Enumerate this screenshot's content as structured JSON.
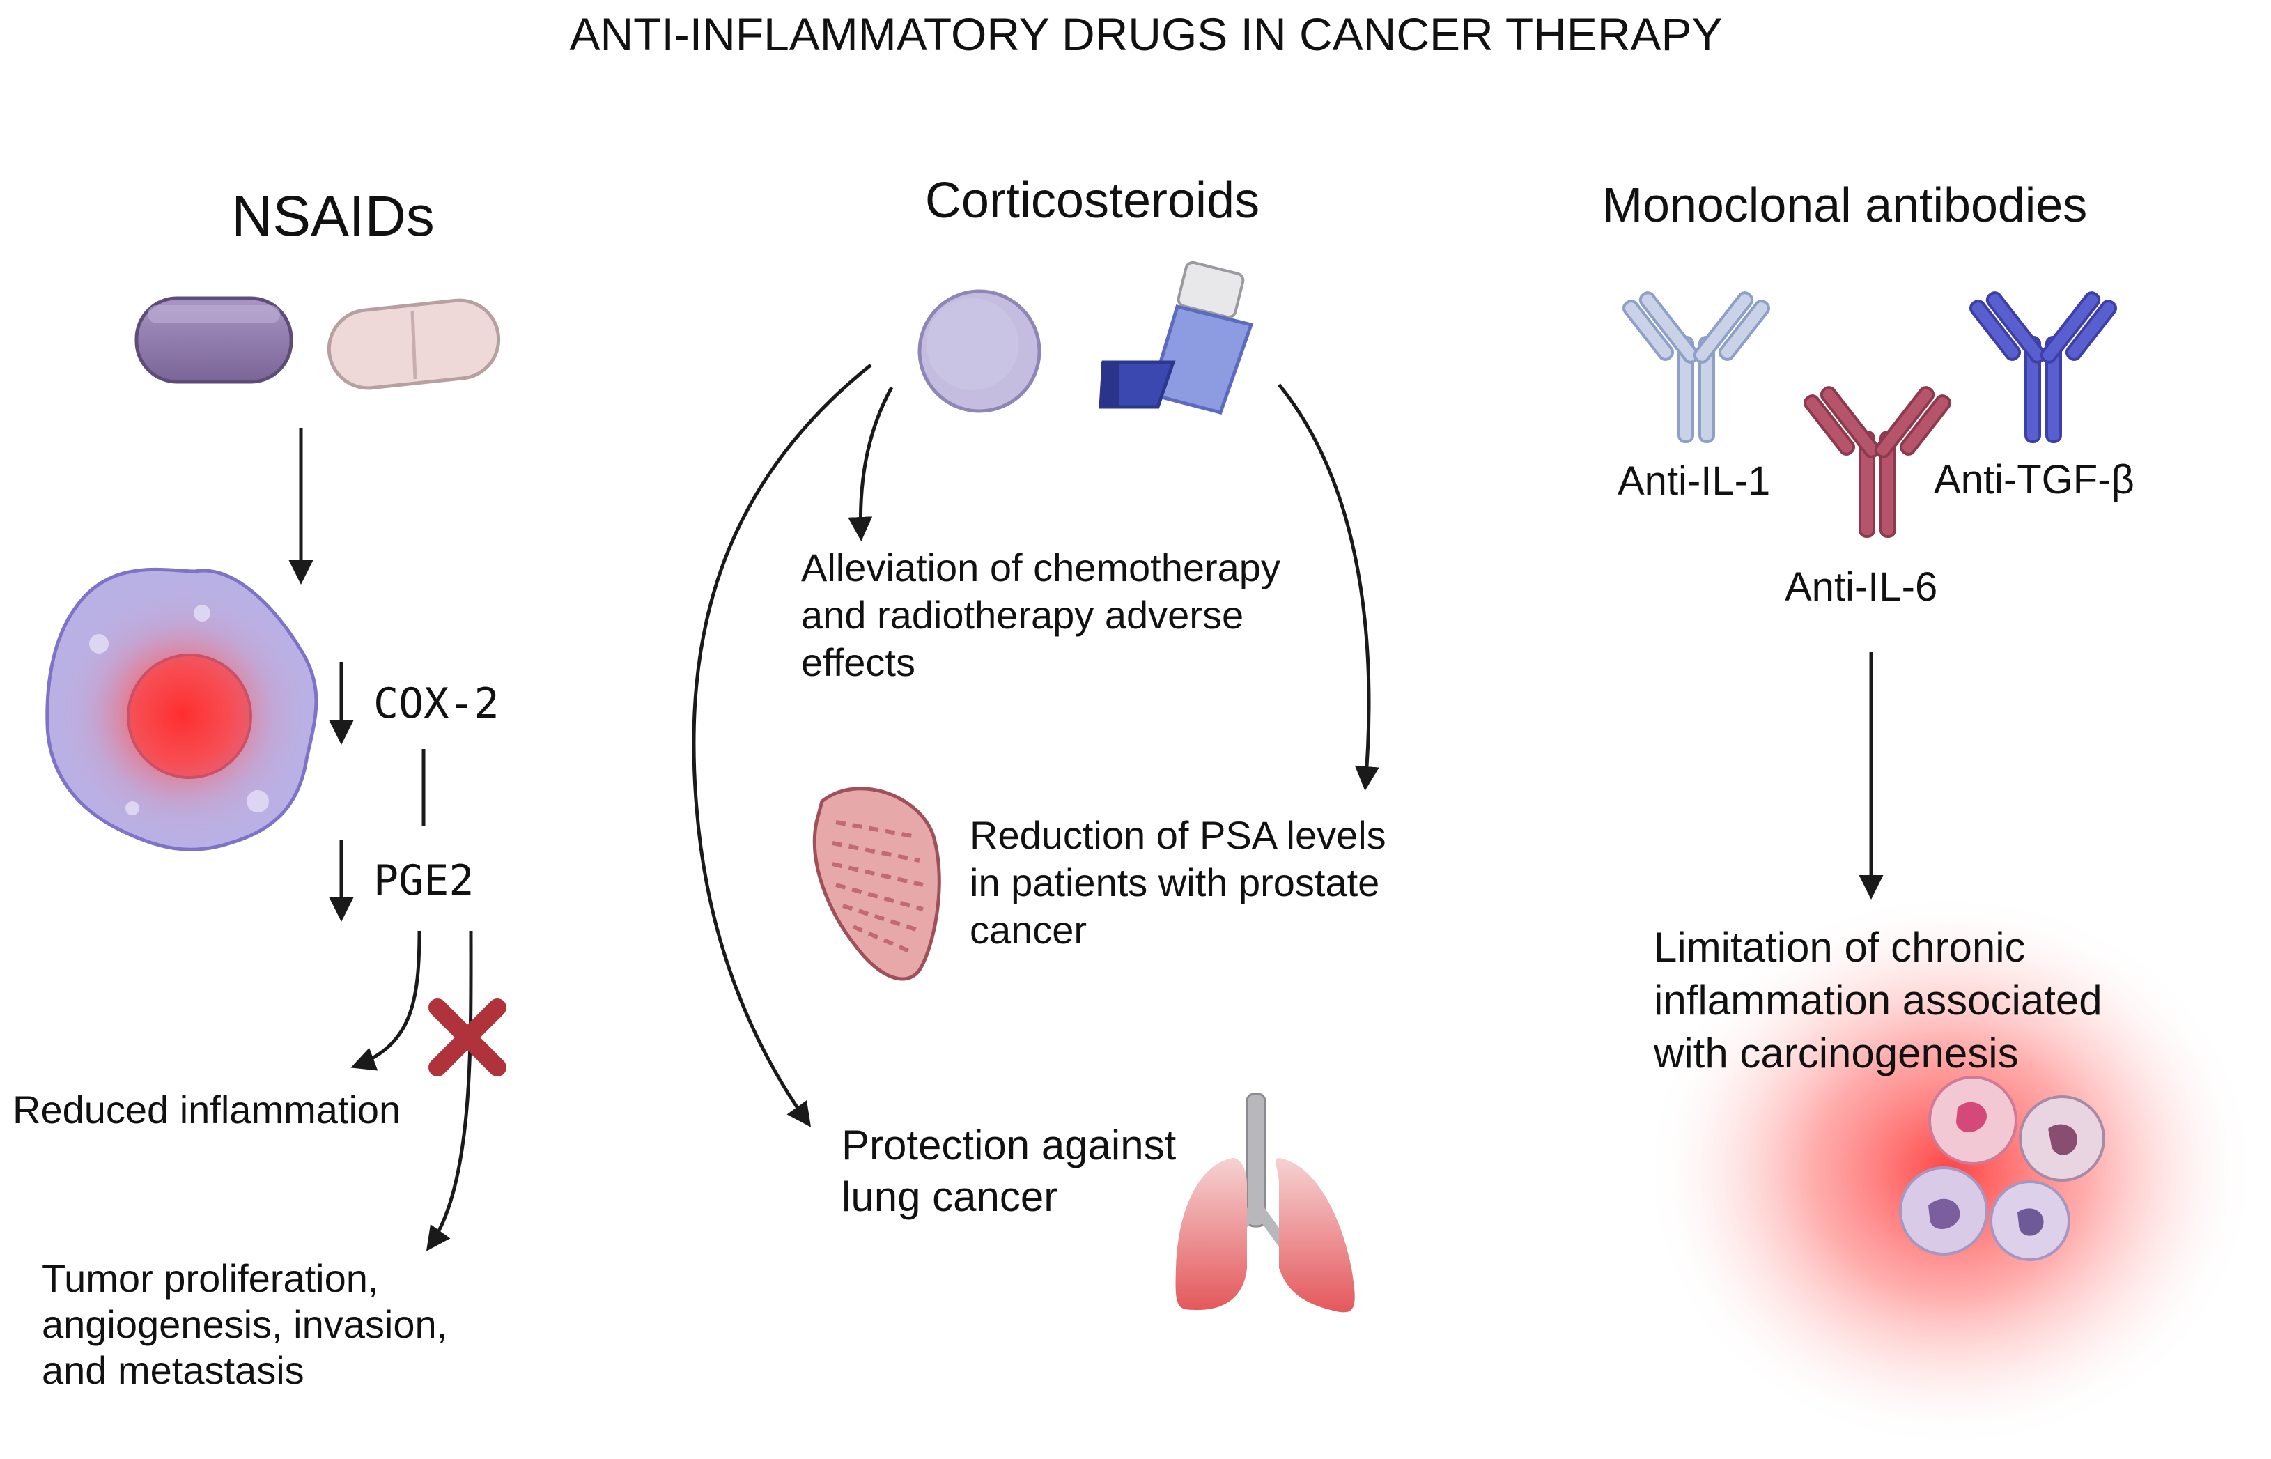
{
  "title": "ANTI-INFLAMMATORY DRUGS IN CANCER THERAPY",
  "nsaids": {
    "heading": "NSAIDs",
    "cox2": "COX-2",
    "pge2": "PGE2",
    "reduced": "Reduced inflammation",
    "tumor": [
      "Tumor proliferation,",
      "angiogenesis, invasion,",
      "and metastasis"
    ]
  },
  "cortico": {
    "heading": "Corticosteroids",
    "alleviation": [
      "Alleviation of chemotherapy",
      "and radiotherapy adverse",
      "effects"
    ],
    "psa": [
      "Reduction of PSA levels",
      "in patients with prostate",
      "cancer"
    ],
    "lung": [
      "Protection against",
      "lung cancer"
    ]
  },
  "mab": {
    "heading": "Monoclonal antibodies",
    "il1": "Anti-IL-1",
    "il6": "Anti-IL-6",
    "tgfb": "Anti-TGF-β",
    "limitation": [
      "Limitation of chronic",
      "inflammation associated",
      "with carcinogenesis"
    ]
  },
  "colors": {
    "pill_purple": "#8d78aa",
    "pill_pink": "#eed8d8",
    "inhibit_x": "#b0333b",
    "il1_antibody": "#c9d2e6",
    "il6_antibody": "#b5546a",
    "tgfb_antibody": "#5a5fd0",
    "inhaler": "#8d9ce0",
    "inflammation_glow": "#ff3a3a"
  },
  "icons": [
    "capsule-icon",
    "tablet-icon",
    "inflamed-cell-icon",
    "round-tablet-icon",
    "inhaler-icon",
    "prostate-icon",
    "lungs-icon",
    "antibody-icon",
    "immune-cells-icon",
    "inhibition-x-icon"
  ]
}
